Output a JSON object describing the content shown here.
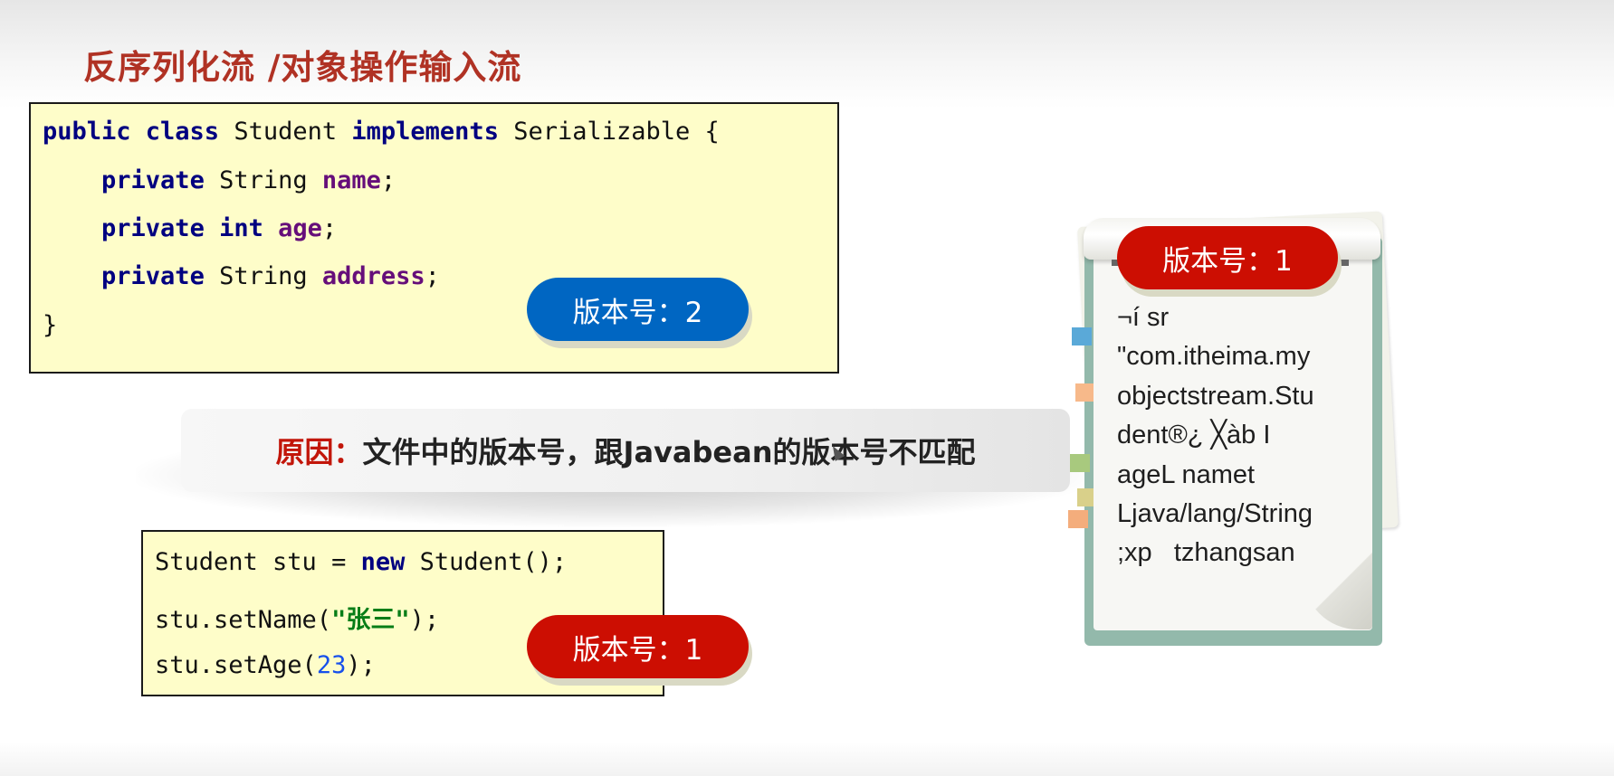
{
  "slide": {
    "title": "反序列化流 /对象操作输入流"
  },
  "class_code": {
    "lines": [
      [
        {
          "t": "public class",
          "c": "kw"
        },
        {
          "t": " Student ",
          "c": ""
        },
        {
          "t": "implements",
          "c": "kw"
        },
        {
          "t": " Serializable {",
          "c": ""
        }
      ],
      [
        {
          "t": "    ",
          "c": ""
        },
        {
          "t": "private",
          "c": "kw"
        },
        {
          "t": " String ",
          "c": ""
        },
        {
          "t": "name",
          "c": "fld"
        },
        {
          "t": ";",
          "c": ""
        }
      ],
      [
        {
          "t": "    ",
          "c": ""
        },
        {
          "t": "private int",
          "c": "kw"
        },
        {
          "t": " ",
          "c": ""
        },
        {
          "t": "age",
          "c": "fld"
        },
        {
          "t": ";",
          "c": ""
        }
      ],
      [
        {
          "t": "    ",
          "c": ""
        },
        {
          "t": "private",
          "c": "kw"
        },
        {
          "t": " String ",
          "c": ""
        },
        {
          "t": "address",
          "c": "fld"
        },
        {
          "t": ";",
          "c": ""
        }
      ],
      [
        {
          "t": "}",
          "c": ""
        }
      ]
    ]
  },
  "object_code": {
    "lines": [
      [
        {
          "t": "Student stu = ",
          "c": ""
        },
        {
          "t": "new",
          "c": "kw"
        },
        {
          "t": " Student();",
          "c": ""
        }
      ],
      [
        {
          "t": "stu.setName(",
          "c": ""
        },
        {
          "t": "\"张三\"",
          "c": "str"
        },
        {
          "t": ");",
          "c": ""
        }
      ],
      [
        {
          "t": "stu.setAge(",
          "c": ""
        },
        {
          "t": "23",
          "c": "num"
        },
        {
          "t": ");",
          "c": ""
        }
      ]
    ]
  },
  "badges": {
    "class_version": "版本号：2",
    "object_version": "版本号：1",
    "file_version": "版本号：1"
  },
  "reason": {
    "label": "原因：",
    "text": "文件中的版本号，跟Javabean的版本号不匹配"
  },
  "file_content": {
    "lines": [
      "¬í sr",
      "\"com.itheima.my",
      "objectstream.Stu",
      "dent®¿ ╳àb I",
      "ageL namet",
      "Ljava/lang/String",
      ";xp   tzhangsan"
    ]
  },
  "colors": {
    "title": "#b03224",
    "code_bg": "#fefdc9",
    "badge_blue": "#0066c2",
    "badge_red": "#cc0e02",
    "reason_label": "#c2160a",
    "notebook_frame": "#93b9ab",
    "tabs": [
      "#5aa9d8",
      "#f7b98a",
      "#a8c97e",
      "#d9d08a",
      "#f4ad7c"
    ]
  }
}
